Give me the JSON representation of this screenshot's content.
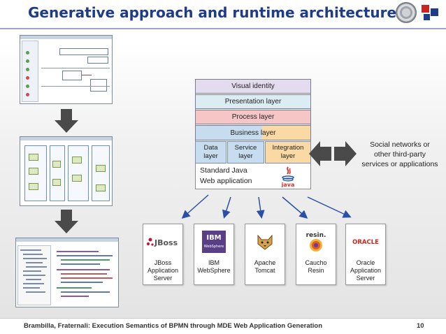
{
  "header": {
    "title": "Generative approach and runtime architecture"
  },
  "architecture": {
    "layers": {
      "visual_identity": "Visual identity",
      "presentation": "Presentation layer",
      "process": "Process layer",
      "business": "Business layer"
    },
    "sublayers": {
      "data": [
        "Data",
        "layer"
      ],
      "service": [
        "Service",
        "layer"
      ],
      "integration": [
        "Integration",
        "layer"
      ]
    },
    "base": [
      "Standard Java",
      "Web application"
    ],
    "java_logo_text": "java"
  },
  "external": {
    "social": [
      "Social networks or",
      "other third-party",
      "services or applications"
    ]
  },
  "servers": [
    {
      "logo_text": "JBoss",
      "label": [
        "JBoss",
        "Application",
        "Server"
      ]
    },
    {
      "logo_text": "IBM WebSphere",
      "label": [
        "IBM",
        "WebSphere"
      ]
    },
    {
      "logo_text": "",
      "label": [
        "Apache",
        "Tomcat"
      ]
    },
    {
      "logo_text": "resin.",
      "label": [
        "Caucho",
        "Resin"
      ]
    },
    {
      "logo_text": "ORACLE",
      "label": [
        "Oracle",
        "Application",
        "Server"
      ]
    }
  ],
  "footer": {
    "text": "Brambilla, Fraternali: Execution Semantics of BPMN through MDE Web Application Generation",
    "page": "10"
  },
  "colors": {
    "title": "#1f3c88",
    "visual_identity": "#e3dcef",
    "presentation": "#dcecf3",
    "process": "#f6c6c6",
    "business_left": "#c7dcee",
    "business_right": "#fbd9a5",
    "arrow_dark": "#4a4a4a",
    "connector": "#2a4fa8"
  }
}
